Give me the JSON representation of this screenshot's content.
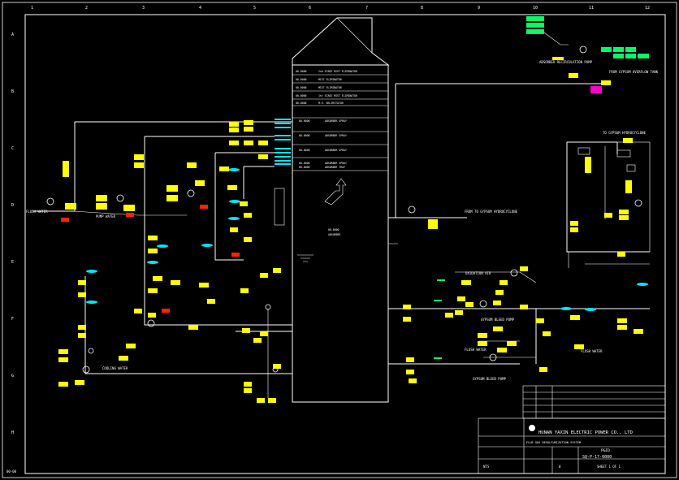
{
  "sheet": {
    "col_labels": [
      "1",
      "2",
      "3",
      "4",
      "5",
      "6",
      "7",
      "8",
      "9",
      "10",
      "11",
      "12"
    ],
    "row_labels": [
      "A",
      "B",
      "C",
      "D",
      "E",
      "F",
      "G",
      "H"
    ],
    "corner_code": "00-00"
  },
  "tower": {
    "levels": [
      {
        "code": "00-0000",
        "text": "2nd STAGE MIST ELIMINATOR"
      },
      {
        "code": "00-0000",
        "text": "MIST ELIMINATOR"
      },
      {
        "code": "00-0000",
        "text": "MIST ELIMINATOR"
      },
      {
        "code": "00-0000",
        "text": "1st STAGE MIST ELIMINATOR"
      },
      {
        "code": "00-0000",
        "text": "M.E. DELIMITATOR"
      },
      {
        "code": "00-0000",
        "text": "ABSORBER SPRAY"
      },
      {
        "code": "00-0000",
        "text": "ABSORBER SPRAY"
      },
      {
        "code": "00-0000",
        "text": "ABSORBER SPRAY"
      },
      {
        "code": "00-0000",
        "text": "ABSORBER SPRAY"
      },
      {
        "code": "00-0000",
        "text": "ABSORBER TRAY"
      }
    ],
    "absorber_label": "ABSORBER",
    "absorber_code": "00-0000"
  },
  "equipment_labels": {
    "recirc_pump": "ABSORBER RECIRCULATION PUMP",
    "overflow_tank": "FROM GYPSUM OVERFLOW TANK",
    "hydrocyclone_top": "TO GYPSUM HYDROCYCLONE",
    "hydrocyclone_mid": "FROM TO GYPSUM HYDROCYCLONE",
    "flush_water_left": "FLUSH WATER",
    "flush_water_right": "FLUSH WATER",
    "pump_water": "PUMP WATER",
    "cooling_water": "COOLING WATER",
    "bleed_pump_top": "GYPSUM BLEED PUMP",
    "bleed_pump_bottom": "GYPSUM BLEED PUMP",
    "oxidation_air": "OXIDATION AIR",
    "flush_water_mid": "FLUSH WATER"
  },
  "title_block": {
    "company": "HUNAN YAXIN ELECTRIC POWER CO., LTD",
    "project": "FLUE GAS DESULFURIZATION SYSTEM",
    "drawing_title": "P&ID",
    "drawing_no": "SQ-P-17-0000",
    "sheet": "SHEET 1 OF 1",
    "rev": "0",
    "scale": "NTS"
  }
}
